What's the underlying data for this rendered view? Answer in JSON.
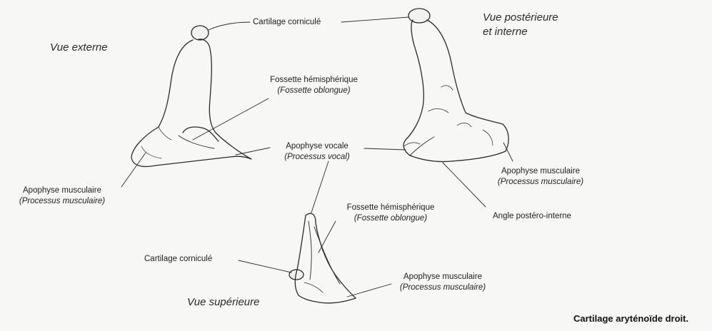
{
  "views": {
    "externe": "Vue externe",
    "posterieure_l1": "Vue postérieure",
    "posterieure_l2": "et interne",
    "superieure": "Vue supérieure"
  },
  "labels": {
    "cartilage_cornicule_top": "Cartilage corniculé",
    "fossette_hemi_1": "Fossette hémisphérique",
    "fossette_oblongue_1": "(Fossette oblongue)",
    "apophyse_vocale": "Apophyse vocale",
    "processus_vocal": "(Processus vocal)",
    "apophyse_musc_left": "Apophyse musculaire",
    "processus_musc_left": "(Processus musculaire)",
    "apophyse_musc_right": "Apophyse musculaire",
    "processus_musc_right": "(Processus musculaire)",
    "angle_postero_interne": "Angle postéro-interne",
    "fossette_hemi_2": "Fossette hémisphérique",
    "fossette_oblongue_2": "(Fossette oblongue)",
    "cartilage_cornicule_bottom": "Cartilage corniculé",
    "apophyse_musc_bottom": "Apophyse musculaire",
    "processus_musc_bottom": "(Processus musculaire)"
  },
  "caption": "Cartilage aryténoïde droit."
}
